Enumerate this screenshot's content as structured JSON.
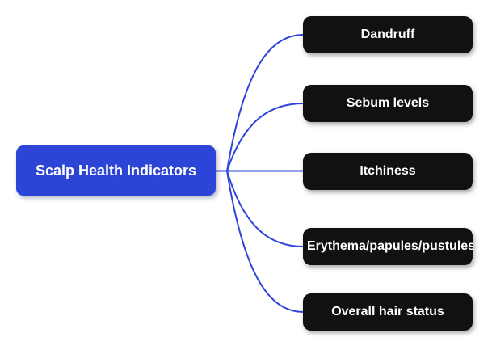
{
  "mindmap": {
    "root": {
      "label": "Scalp Health Indicators"
    },
    "children": [
      {
        "label": "Dandruff"
      },
      {
        "label": "Sebum levels"
      },
      {
        "label": "Itchiness"
      },
      {
        "label": "Erythema/papules/pustules"
      },
      {
        "label": "Overall hair status"
      }
    ],
    "colors": {
      "root_fill": "#2c45d6",
      "child_fill": "#111111",
      "connector": "#2f44d9",
      "text": "#ffffff",
      "background": "#ffffff"
    }
  }
}
